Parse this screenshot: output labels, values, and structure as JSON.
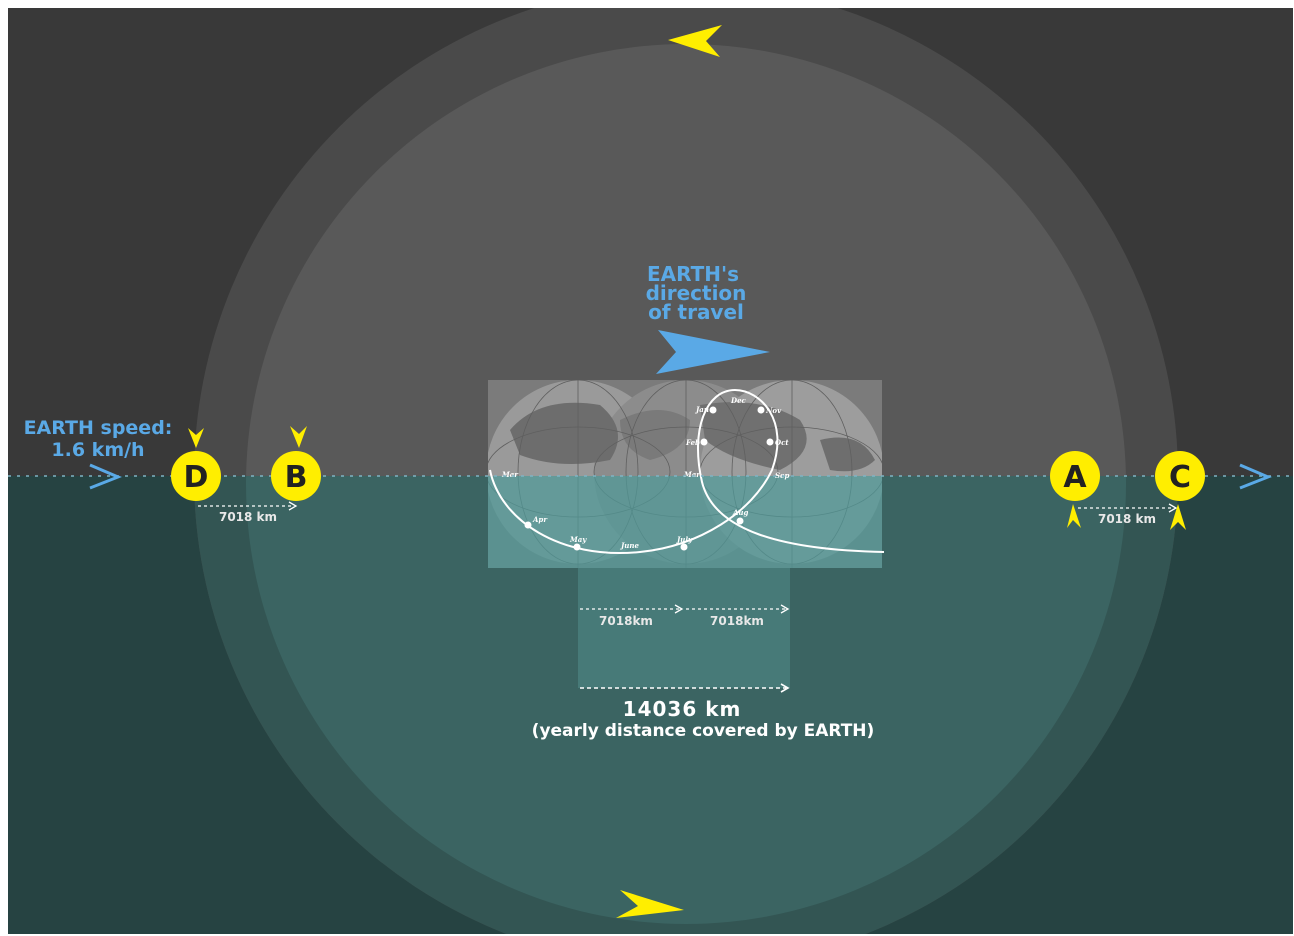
{
  "speed_label": {
    "line1": "EARTH speed:",
    "line2": "1.6 km/h"
  },
  "direction_label": {
    "line1": "EARTH's",
    "line2": "direction",
    "line3": "of travel"
  },
  "points": {
    "a": "A",
    "b": "B",
    "c": "C",
    "d": "D"
  },
  "distances": {
    "left": "7018 km",
    "right": "7018 km",
    "half1": "7018km",
    "half2": "7018km",
    "total": "14036 km",
    "total_caption": "(yearly distance covered by EARTH)"
  },
  "months": {
    "jan": "Jan",
    "dec": "Dec",
    "nov": "Nov",
    "feb": "Feb",
    "oct": "Oct",
    "mar": "Mar",
    "sep": "Sep",
    "mar2": "Mar",
    "apr": "Apr",
    "may": "May",
    "june": "June",
    "july": "July",
    "aug": "Aug"
  },
  "colors": {
    "sky": "#393939",
    "sea": "#264342",
    "outer_circle": "#4a4a4a",
    "inner_circle": "#595959",
    "accent_blue": "#5aa9e6",
    "marker_yellow": "#ffee00",
    "label_white": "#e8e8e8"
  }
}
